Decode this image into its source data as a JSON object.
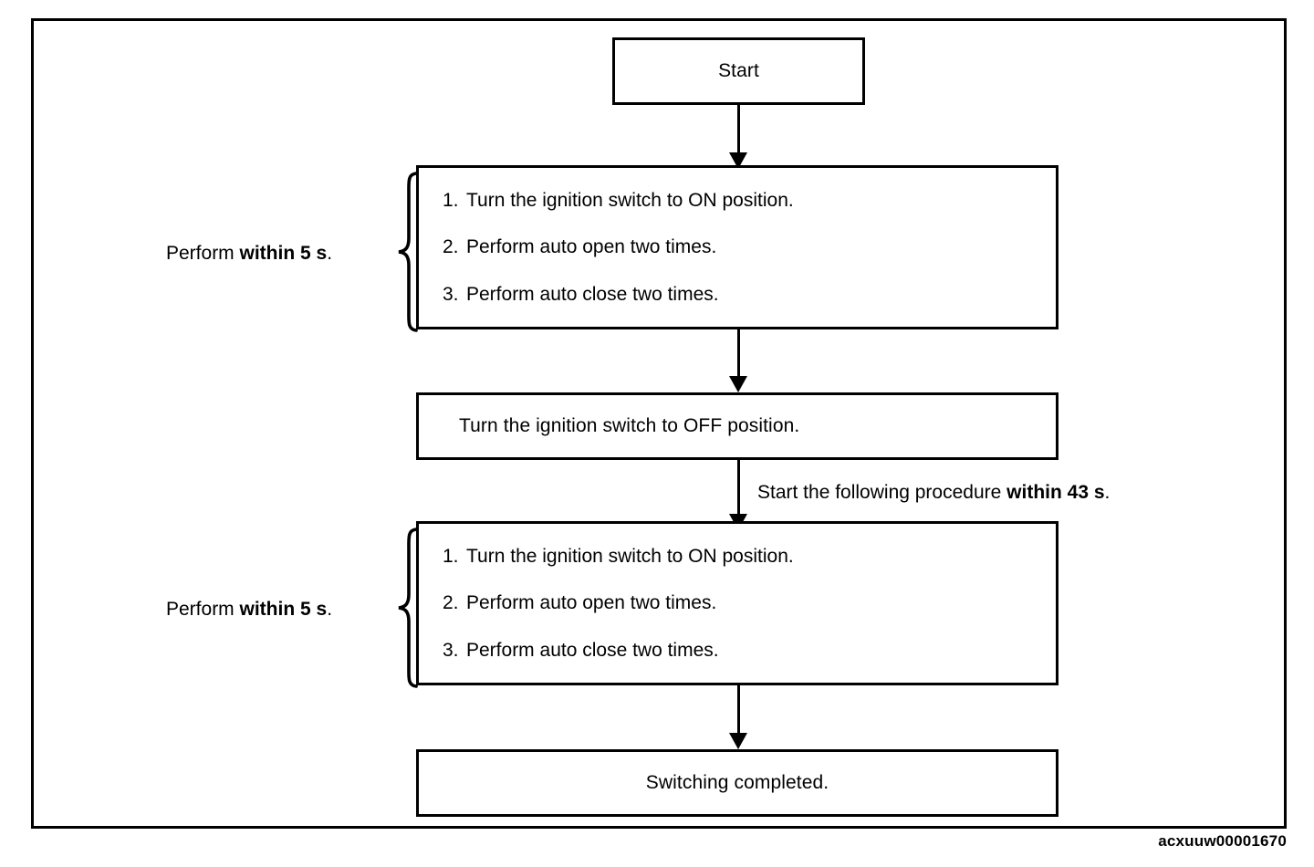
{
  "figure": {
    "id_code": "acxuuw00001670",
    "frame_color": "#000000",
    "background_color": "#ffffff"
  },
  "flow": {
    "start_box": {
      "label": "Start"
    },
    "procedure_block_1": {
      "timing_label": {
        "prefix": "Perform ",
        "emphasis": "within 5 s",
        "suffix": "."
      },
      "steps": [
        {
          "number": "1.",
          "text": "Turn the ignition switch to ON position."
        },
        {
          "number": "2.",
          "text": "Perform auto open two times."
        },
        {
          "number": "3.",
          "text": "Perform auto close two times."
        }
      ]
    },
    "ignition_off_box": {
      "label": "Turn the ignition switch to OFF position."
    },
    "transition_annotation": {
      "prefix": "Start the following procedure ",
      "emphasis": "within 43 s",
      "suffix": "."
    },
    "procedure_block_2": {
      "timing_label": {
        "prefix": "Perform ",
        "emphasis": "within 5 s",
        "suffix": "."
      },
      "steps": [
        {
          "number": "1.",
          "text": "Turn the ignition switch to ON position."
        },
        {
          "number": "2.",
          "text": "Perform auto open two times."
        },
        {
          "number": "3.",
          "text": "Perform auto close two times."
        }
      ]
    },
    "end_box": {
      "label": "Switching completed."
    }
  }
}
